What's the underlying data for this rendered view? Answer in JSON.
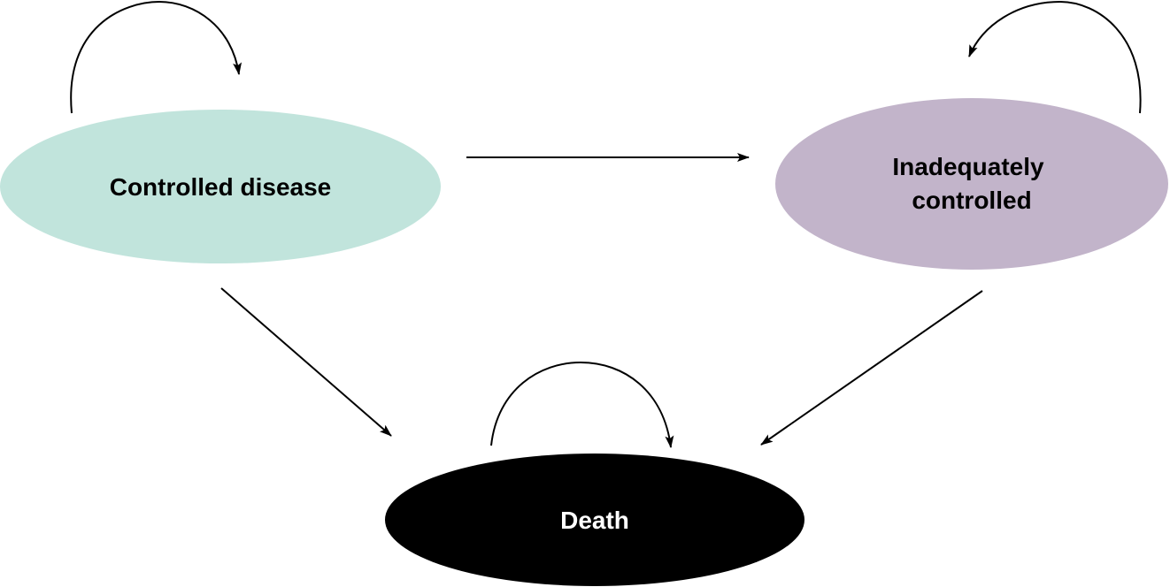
{
  "diagram": {
    "type": "state-transition",
    "states": [
      {
        "id": "controlled",
        "label": "Controlled disease",
        "fill": "#c1e4dc",
        "text_color": "#000000"
      },
      {
        "id": "inadequate",
        "label_line1": "Inadequately",
        "label_line2": "controlled",
        "fill": "#c2b4ca",
        "text_color": "#000000"
      },
      {
        "id": "death",
        "label": "Death",
        "fill": "#000000",
        "text_color": "#ffffff"
      }
    ],
    "transitions": [
      {
        "from": "controlled",
        "to": "controlled"
      },
      {
        "from": "inadequate",
        "to": "inadequate"
      },
      {
        "from": "death",
        "to": "death"
      },
      {
        "from": "controlled",
        "to": "inadequate"
      },
      {
        "from": "controlled",
        "to": "death"
      },
      {
        "from": "inadequate",
        "to": "death"
      }
    ]
  }
}
